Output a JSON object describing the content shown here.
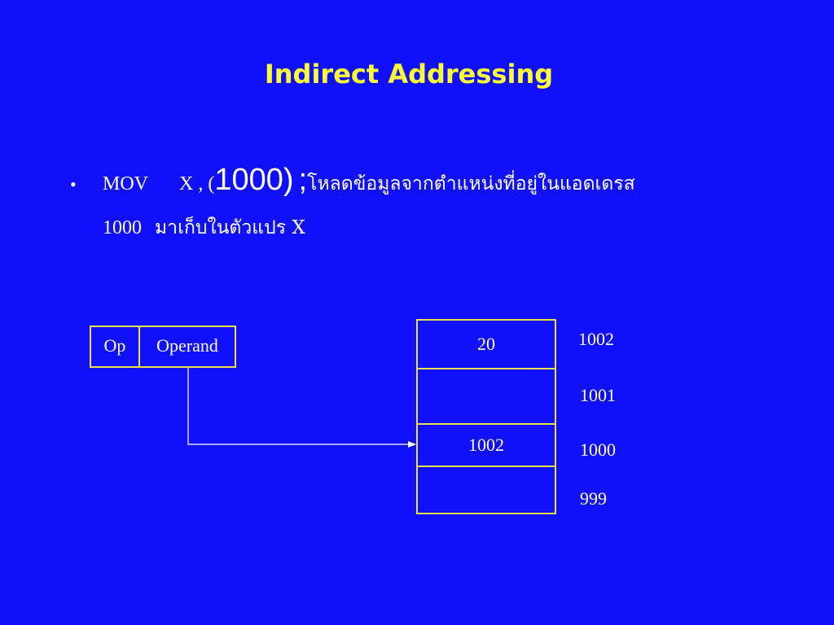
{
  "title": "Indirect Addressing",
  "bullet": {
    "mark": "•",
    "mnemonic": "MOV",
    "operand1": "X , (",
    "address": "1000)",
    "semicolon": ";",
    "desc_line1": "โหลดข้อมูลจากตำแหน่งที่อยู่ในแอดเดรส",
    "desc_line2_num": "1000",
    "desc_line2_text": "มาเก็บในตัวแปร X"
  },
  "instruction": {
    "op_label": "Op",
    "operand_label": "Operand"
  },
  "memory": {
    "cells": [
      {
        "value": "20",
        "address": "1002"
      },
      {
        "value": "",
        "address": "1001"
      },
      {
        "value": "1002",
        "address": "1000"
      },
      {
        "value": "",
        "address": "999"
      }
    ]
  },
  "colors": {
    "background": "#1010FA",
    "title": "#FFFF33",
    "border": "#E8E04A",
    "text": "#FFFFFF"
  }
}
